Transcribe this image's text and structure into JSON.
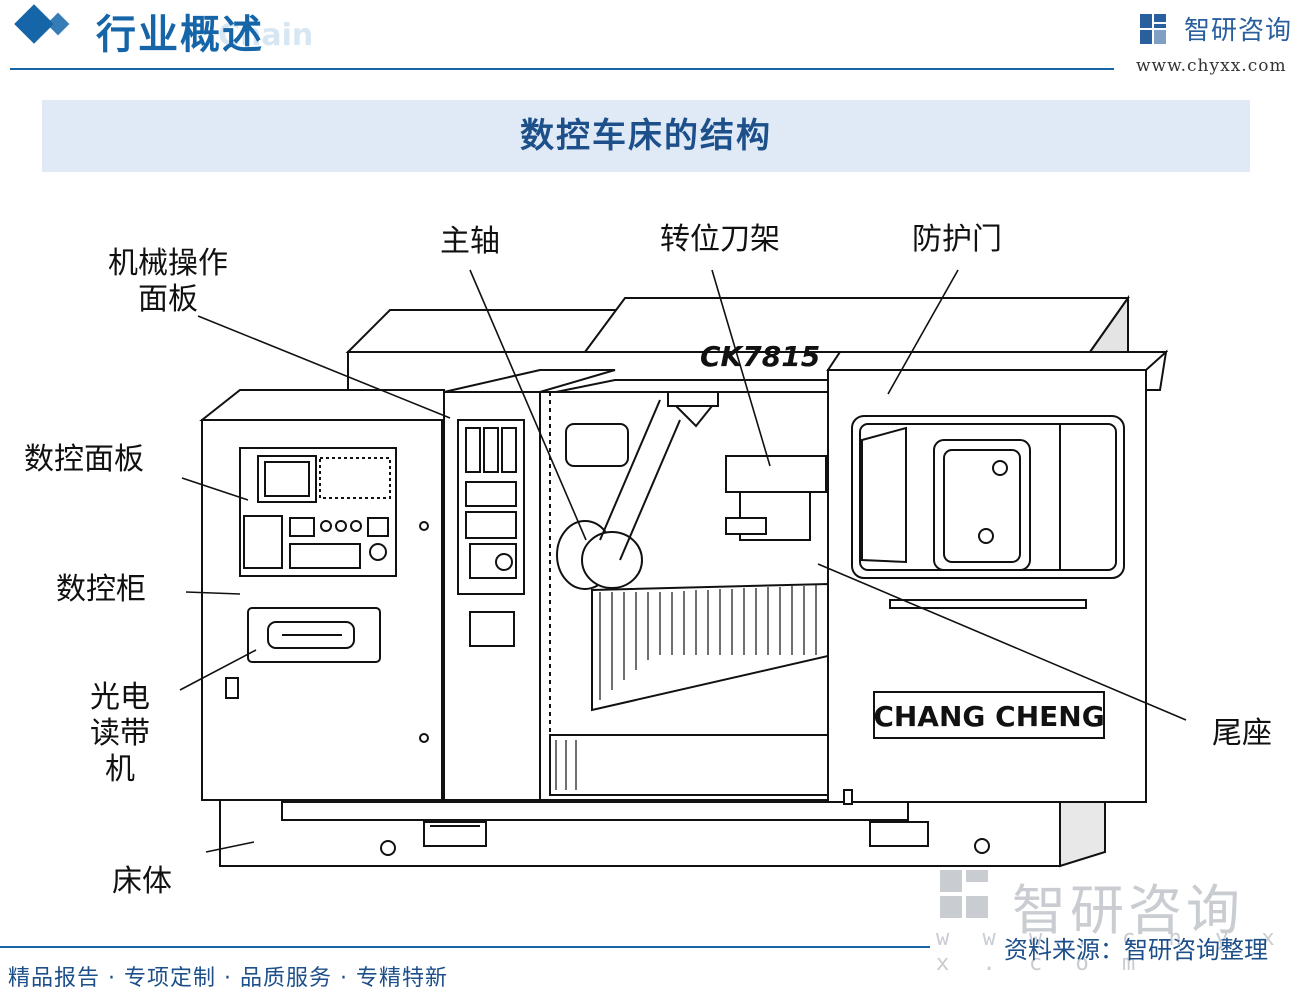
{
  "header": {
    "title": "行业概述",
    "watermark": "Chain",
    "brand_name": "智研咨询",
    "brand_url": "www.chyxx.com",
    "accent_color": "#1565a8"
  },
  "banner": {
    "title": "数控车床的结构"
  },
  "diagram": {
    "labels": {
      "mech_panel_line1": "机械操作",
      "mech_panel_line2": "面板",
      "spindle": "主轴",
      "turret": "转位刀架",
      "guard_door": "防护门",
      "cnc_panel": "数控面板",
      "cnc_cabinet": "数控柜",
      "reader_line1": "光电",
      "reader_line2": "读带",
      "reader_line3": "机",
      "bed": "床体",
      "tailstock": "尾座"
    },
    "model_plate": "CK7815",
    "brand_plate": "CHANG CHENG"
  },
  "watermark": {
    "text": "智研咨询",
    "url": "w w w . c h y x x . c o m"
  },
  "footer": {
    "left": "精品报告 · 专项定制 · 品质服务 · 专精特新",
    "source": "资料来源：智研咨询整理"
  }
}
